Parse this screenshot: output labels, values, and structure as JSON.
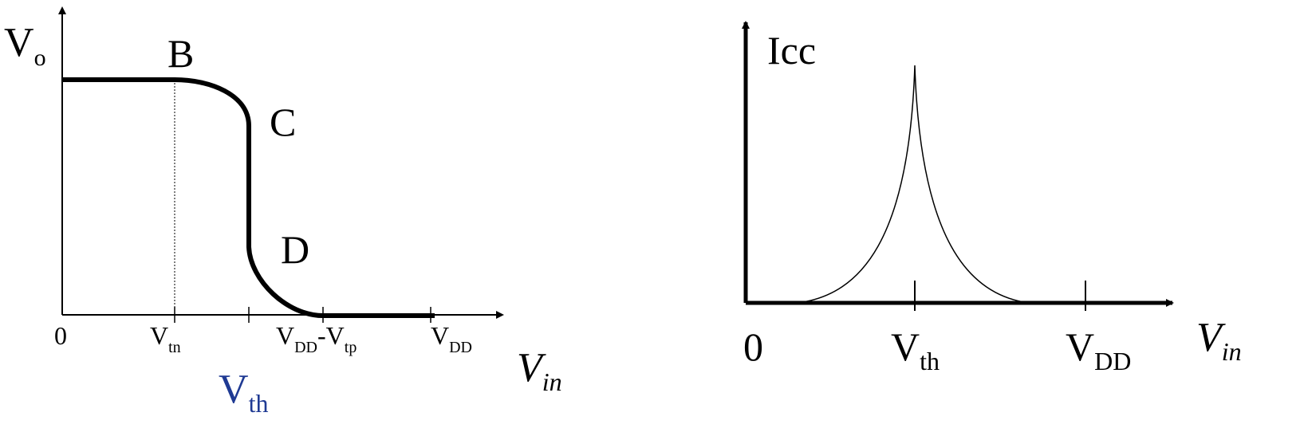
{
  "left_plot": {
    "y_axis_label": "V",
    "y_axis_label_sub": "o",
    "x_axis_label": "V",
    "x_axis_label_sub": "in",
    "points": {
      "b": "B",
      "c": "C",
      "d": "D"
    },
    "ticks": {
      "zero": "0",
      "vtn": "V",
      "vtn_sub": "tn",
      "vdd_minus_vtp_a": "V",
      "vdd_minus_vtp_a_sub": "DD",
      "vdd_minus_vtp_dash": "-V",
      "vdd_minus_vtp_b_sub": "tp",
      "vdd": "V",
      "vdd_sub": "DD"
    },
    "vth_label": "V",
    "vth_label_sub": "th",
    "vth_color": "#1f3a93"
  },
  "right_plot": {
    "y_axis_label": "Icc",
    "x_axis_label": "V",
    "x_axis_label_sub": "in",
    "ticks": {
      "zero": "0",
      "vth": "V",
      "vth_sub": "th",
      "vdd": "V",
      "vdd_sub": "DD"
    }
  }
}
